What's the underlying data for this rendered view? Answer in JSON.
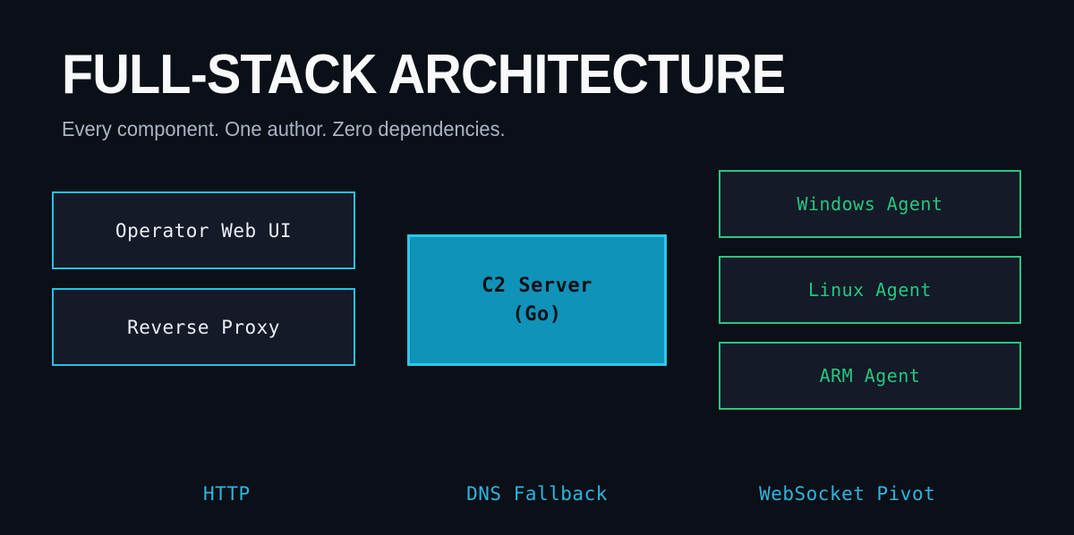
{
  "header": {
    "title": "FULL-STACK ARCHITECTURE",
    "subtitle": "Every component. One author. Zero dependencies."
  },
  "diagram": {
    "frontend": [
      {
        "label": "Operator Web UI"
      },
      {
        "label": "Reverse Proxy"
      }
    ],
    "core": {
      "label": "C2 Server\n(Go)",
      "line1": "C2 Server",
      "line2": "(Go)"
    },
    "agents": [
      {
        "label": "Windows Agent"
      },
      {
        "label": "Linux Agent"
      },
      {
        "label": "ARM Agent"
      }
    ]
  },
  "channels": [
    {
      "label": "HTTP"
    },
    {
      "label": "DNS Fallback"
    },
    {
      "label": "WebSocket Pivot"
    }
  ],
  "colors": {
    "background": "#0b0f17",
    "node_fill": "#141a28",
    "frontend_border": "#24c2e4",
    "core_fill": "#1093b8",
    "core_border": "#2cc8ea",
    "core_text": "#081018",
    "agent_border": "#25c781",
    "agent_text": "#24c77f",
    "title_text": "#f7f9fb",
    "subtitle_text": "#a9b4c6",
    "channel_text": "#2ab6e0"
  }
}
